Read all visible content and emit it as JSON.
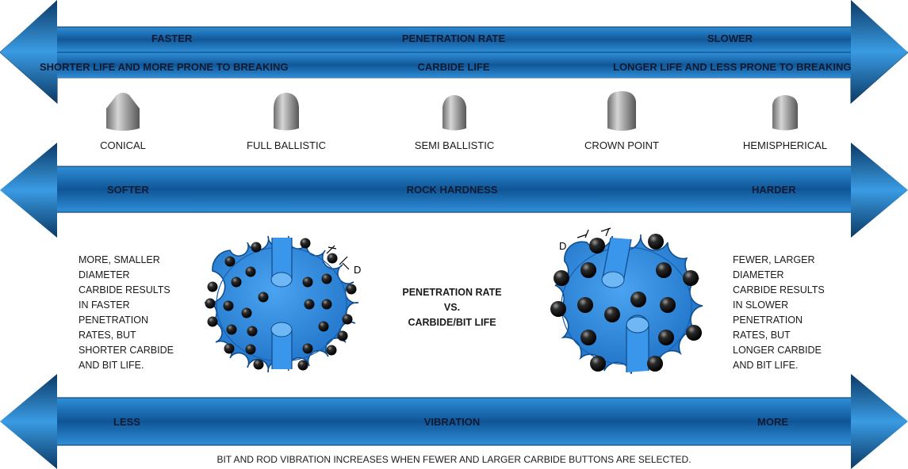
{
  "arrow_rows": [
    {
      "left_top": "FASTER",
      "center_top": "PENETRATION RATE",
      "right_top": "SLOWER",
      "left_bottom": "SHORTER LIFE  AND MORE PRONE TO BREAKING",
      "center_bottom": "CARBIDE LIFE",
      "right_bottom": "LONGER LIFE AND LESS PRONE TO BREAKING"
    },
    {
      "left": "SOFTER",
      "center": "ROCK HARDNESS",
      "right": "HARDER"
    },
    {
      "left": "LESS",
      "center": "VIBRATION",
      "right": "MORE"
    }
  ],
  "carbide_shapes": [
    "CONICAL",
    "FULL BALLISTIC",
    "SEMI BALLISTIC",
    "CROWN POINT",
    "HEMISPHERICAL"
  ],
  "left_description": [
    "MORE, SMALLER",
    "DIAMETER",
    "CARBIDE RESULTS",
    "IN FASTER",
    "PENETRATION",
    "RATES, BUT",
    "SHORTER CARBIDE",
    "AND BIT LIFE."
  ],
  "right_description": [
    "FEWER, LARGER",
    "DIAMETER",
    "CARBIDE RESULTS",
    "IN SLOWER",
    "PENETRATION",
    "RATES, BUT",
    "LONGER CARBIDE",
    "AND BIT LIFE."
  ],
  "center_caption": [
    "PENETRATION RATE",
    "VS.",
    "CARBIDE/BIT LIFE"
  ],
  "dimension_label": "D",
  "footer": "BIT AND ROD VIBRATION INCREASES WHEN  FEWER AND LARGER CARBIDE BUTTONS ARE SELECTED.",
  "colors": {
    "arrow_dark": "#0a3d6b",
    "arrow_light": "#2f8fd8",
    "bit_blue": "#2f86dc",
    "button_black": "#111111"
  }
}
